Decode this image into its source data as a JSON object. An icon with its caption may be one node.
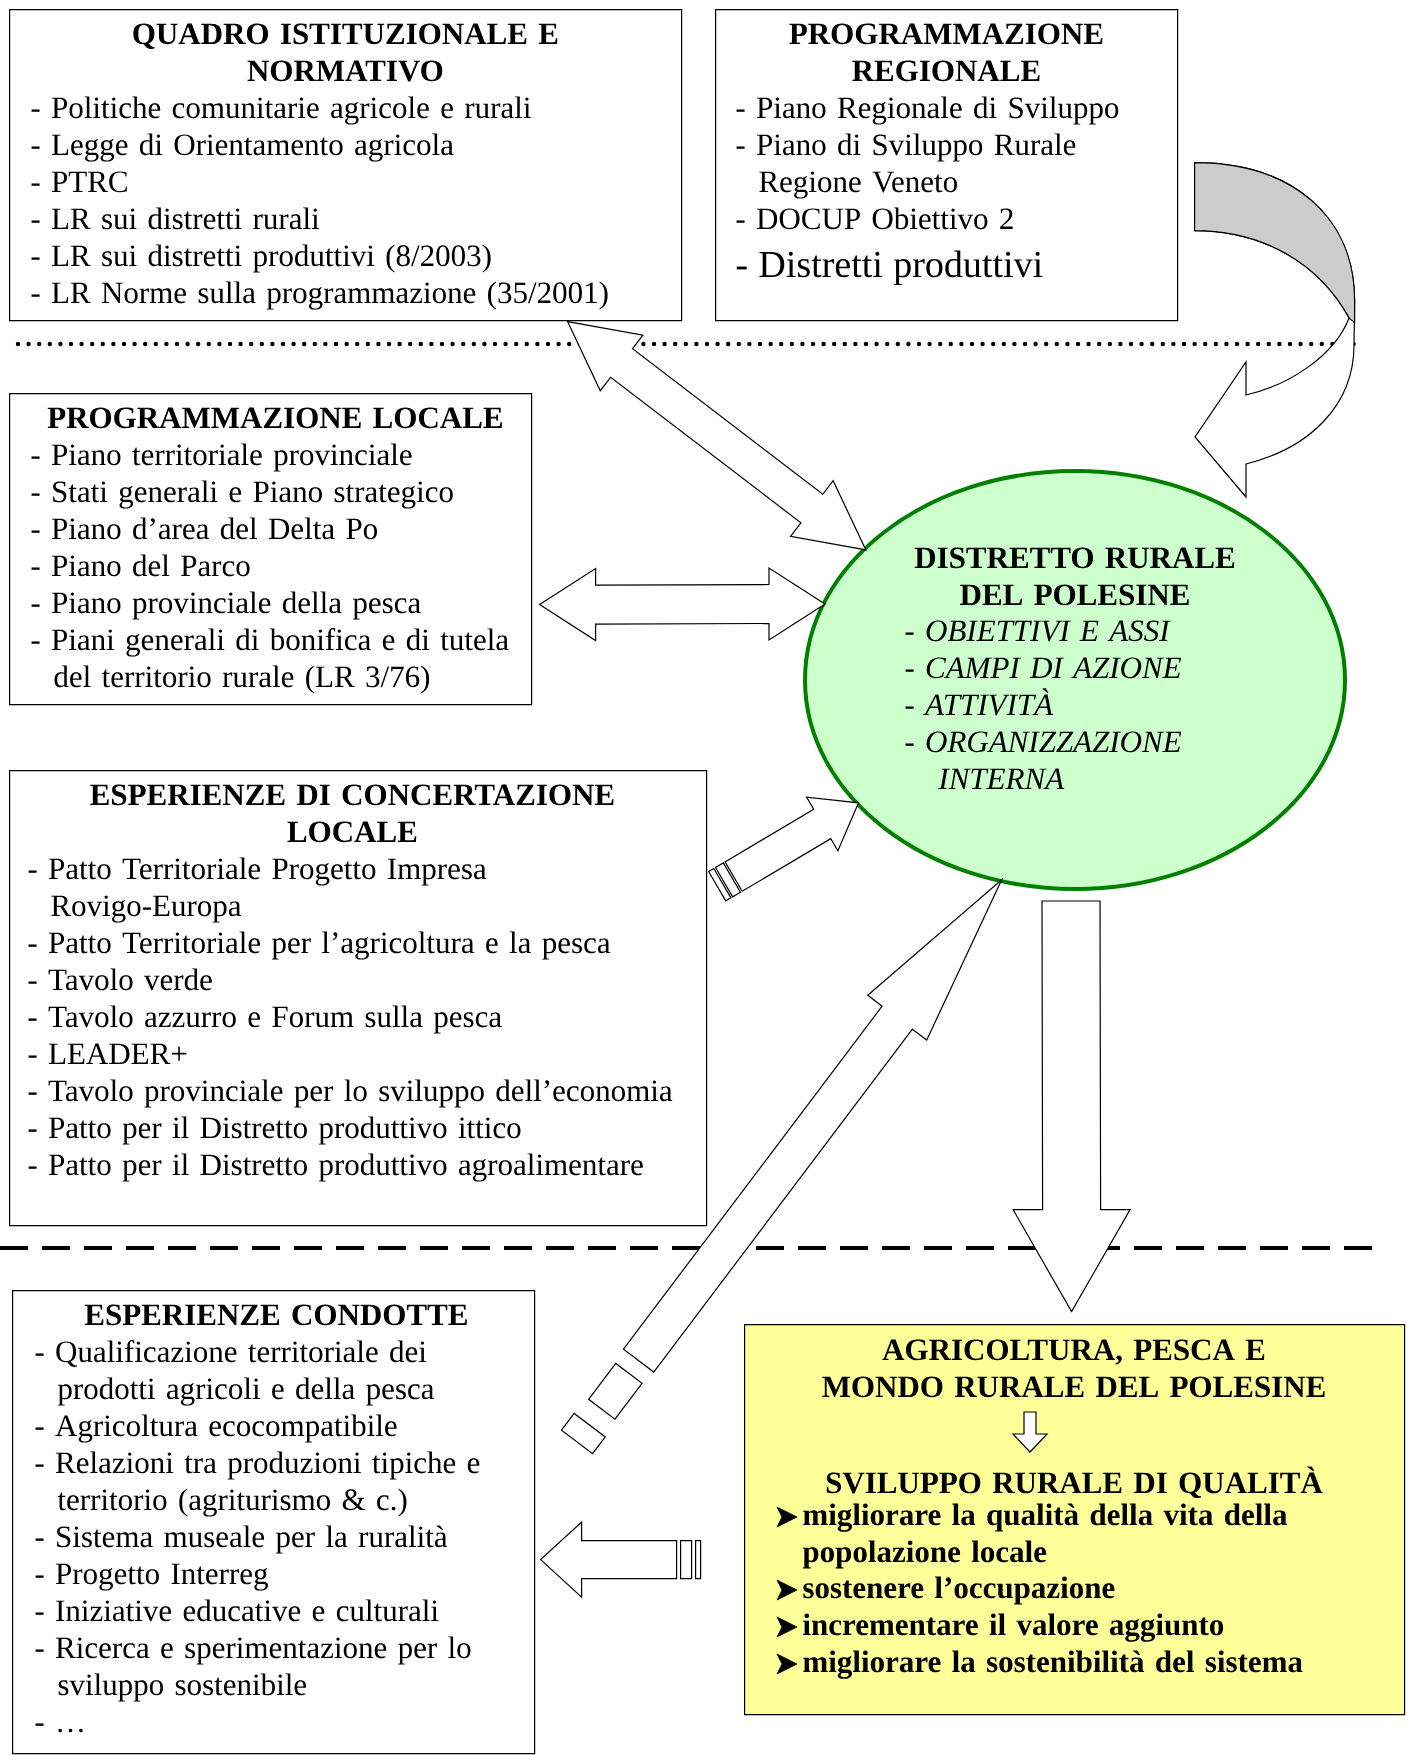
{
  "diagram": {
    "nodes": [
      {
        "text": [
          "QUADRO ISTITUZIONALE E NORMATIVO",
          "- Politiche comunitarie agricole e rurali",
          "- Legge di Orientamento agricola",
          "- PTRC",
          "- LR sui distretti rurali",
          "- LR sui distretti produttivi (8/2003)",
          "- LR Norme sulla programmazione (35/2001)"
        ]
      },
      {
        "text": [
          "PROGRAMMAZIONE REGIONALE",
          "- Piano Regionale di Sviluppo",
          "- Piano di Sviluppo Rurale Regione Veneto",
          "- DOCUP Obiettivo 2",
          "- Distretti produttivi"
        ]
      },
      {
        "text": [
          "PROGRAMMAZIONE LOCALE",
          "- Piano territoriale provinciale",
          "- Stati generali e Piano strategico",
          "- Piano d’area del Delta Po",
          "- Piano del Parco",
          "- Piano provinciale della pesca",
          "- Piani generali di bonifica e di tutela del territorio rurale (LR 3/76)"
        ]
      },
      {
        "text": [
          "ESPERIENZE DI CONCERTAZIONE LOCALE",
          "- Patto Territoriale Progetto Impresa Rovigo-Europa",
          "- Patto Territoriale per l’agricoltura e la pesca",
          "- Tavolo verde",
          "- Tavolo azzurro e Forum sulla pesca",
          "- LEADER+",
          "- Tavolo provinciale per lo sviluppo dell’economia",
          "- Patto per il Distretto produttivo ittico",
          "- Patto per il Distretto produttivo agroalimentare"
        ]
      },
      {
        "text": [
          "ESPERIENZE CONDOTTE",
          "- Qualificazione territoriale dei prodotti agricoli e della pesca",
          "- Agricoltura ecocompatibile",
          "- Relazioni tra produzioni tipiche e territorio (agriturismo & c.)",
          "- Sistema museale per la ruralità",
          "- Progetto Interreg",
          "- Iniziative educative e culturali",
          "- Ricerca e sperimentazione per lo sviluppo sostenibile",
          "- …"
        ]
      },
      {
        "text": [
          "DISTRETTO RURALE DEL POLESINE",
          "- OBIETTIVI E ASSI",
          "- CAMPI DI AZIONE",
          "- ATTIVITÀ",
          "- ORGANIZZAZIONE INTERNA"
        ]
      },
      {
        "text": [
          "AGRICOLTURA, PESCA E MONDO RURALE DEL POLESINE",
          "SVILUPPO RURALE DI QUALITÀ",
          "migliorare la qualità della vita della popolazione locale",
          "sostenere l’occupazione",
          "incrementare il valore aggiunto",
          "migliorare la sostenibilità del sistema"
        ]
      }
    ],
    "edges": [
      {
        "from": 0,
        "to": 5,
        "arrow": "both"
      },
      {
        "from": 1,
        "to": 5,
        "arrow": "to"
      },
      {
        "from": 2,
        "to": 5,
        "arrow": "both"
      },
      {
        "from": 3,
        "to": 5,
        "arrow": "to"
      },
      {
        "from": 4,
        "to": 5,
        "arrow": "to"
      },
      {
        "from": 5,
        "to": 6,
        "arrow": "to"
      },
      {
        "from": 6,
        "to": 4,
        "arrow": "to"
      }
    ]
  }
}
